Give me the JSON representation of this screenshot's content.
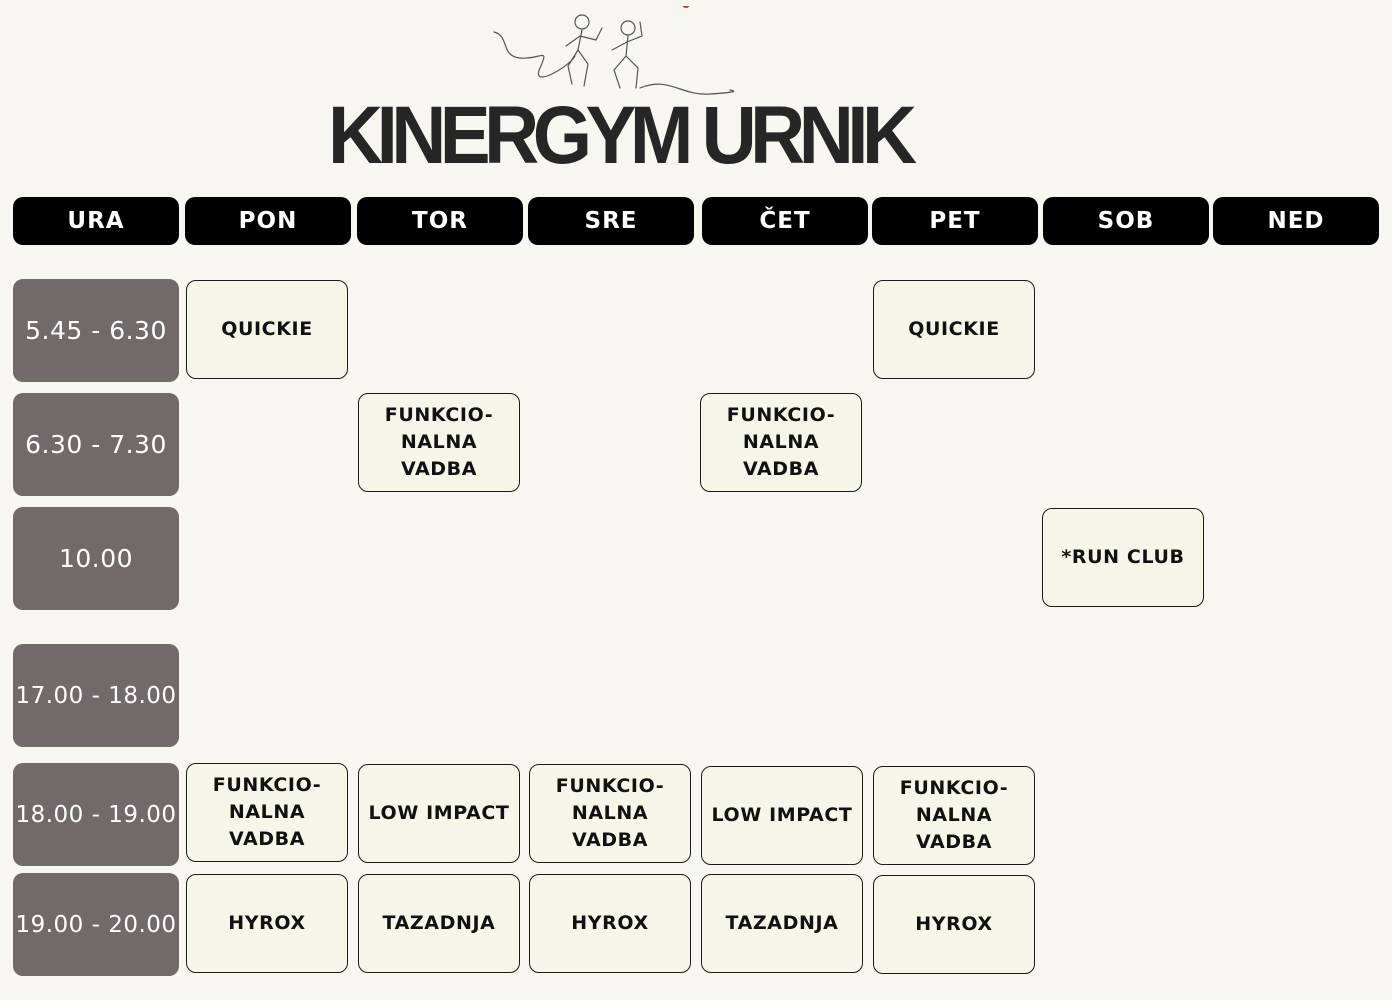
{
  "title": "KINERGYM URNIK",
  "days": [
    "URA",
    "PON",
    "TOR",
    "SRE",
    "ČET",
    "PET",
    "SOB",
    "NED"
  ],
  "times": [
    "5.45 - 6.30",
    "6.30 - 7.30",
    "10.00",
    "17.00 - 18.00",
    "18.00 - 19.00",
    "19.00 - 20.00"
  ],
  "classes": {
    "quickie_pon": "QUICKIE",
    "quickie_pet": "QUICKIE",
    "funk_tor_morning": "FUNKCIO-\nNALNA\nVADBA",
    "funk_cet_morning": "FUNKCIO-\nNALNA\nVADBA",
    "run_club_sob": "*RUN CLUB",
    "funk_pon_evening": "FUNKCIO-\nNALNA\nVADBA",
    "low_impact_tor": "LOW IMPACT",
    "funk_sre_evening": "FUNKCIO-\nNALNA\nVADBA",
    "low_impact_cet": "LOW IMPACT",
    "funk_pet_evening": "FUNKCIO-\nNALNA\nVADBA",
    "hyrox_pon": "HYROX",
    "tazadnja_tor": "TAZADNJA",
    "hyrox_sre": "HYROX",
    "tazadnja_cet": "TAZADNJA",
    "hyrox_pet": "HYROX"
  }
}
